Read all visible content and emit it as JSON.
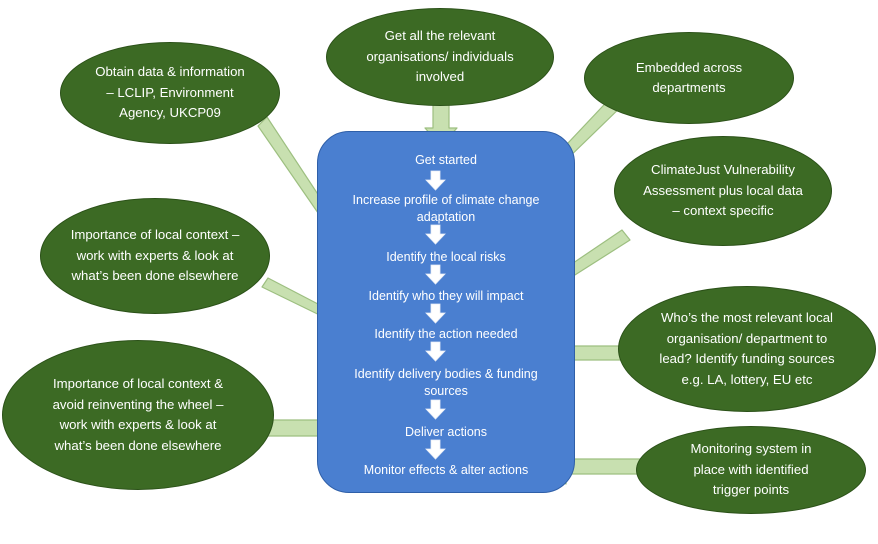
{
  "steps": [
    "Get started",
    "Increase profile of climate change adaptation",
    "Identify the local risks",
    "Identify who they will impact",
    "Identify the action needed",
    "Identify delivery bodies & funding sources",
    "Deliver actions",
    "Monitor effects & alter actions"
  ],
  "notes": {
    "get_organisations": "Get all the relevant organisations/ individuals involved",
    "obtain_data": "Obtain data & information – LCLIP, Environment Agency, UKCP09",
    "embedded": "Embedded across departments",
    "climatejust": "ClimateJust Vulnerability Assessment plus local data – context specific",
    "local_context_experts": "Importance of local context – work with experts & look at what’s been done elsewhere",
    "lead_organisation": "Who’s the most relevant local organisation/ department to lead? Identify funding sources e.g. LA, lottery, EU etc",
    "avoid_reinventing": "Importance of local context & avoid reinventing the wheel – work with experts & look at what’s been done elsewhere",
    "monitoring_system": "Monitoring system in place with identified trigger points"
  },
  "colors": {
    "center_box": "#4a7fd0",
    "oval_fill": "#3c6a24",
    "arrow_fill": "#c8e0b0",
    "arrow_stroke": "#9dbf80",
    "text": "#ffffff"
  }
}
